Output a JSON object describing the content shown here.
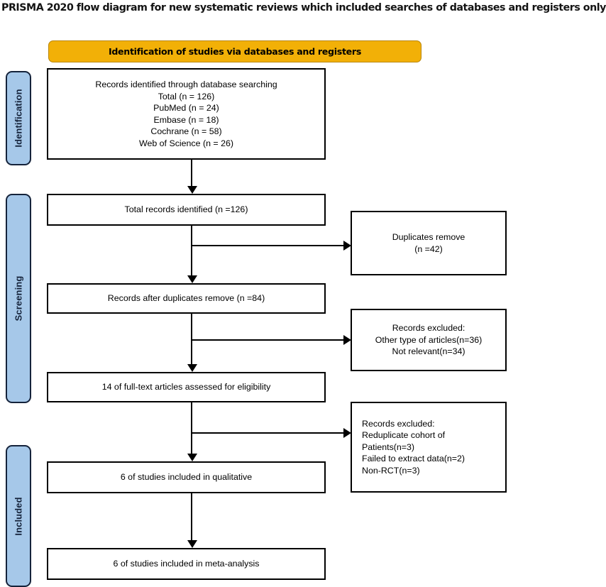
{
  "title": "PRISMA 2020 flow diagram for new systematic reviews which included searches of databases and registers only",
  "banner": {
    "label": "Identification of studies via databases and registers",
    "color": "#F2B007"
  },
  "stages": [
    {
      "key": "identification",
      "label": "Identification",
      "color": "#A6C8E9"
    },
    {
      "key": "screening",
      "label": "Screening",
      "color": "#A6C8E9"
    },
    {
      "key": "included",
      "label": "Included",
      "color": "#A6C8E9"
    }
  ],
  "flow": {
    "identified_databases": {
      "text": "Records identified through database searching\nTotal (n = 126)\nPubMed (n = 24)\nEmbase (n = 18)\nCochrane (n = 58)\nWeb of Science (n = 26)",
      "total": 126,
      "sources": [
        {
          "name": "PubMed",
          "n": 24
        },
        {
          "name": "Embase",
          "n": 18
        },
        {
          "name": "Cochrane",
          "n": 58
        },
        {
          "name": "Web of Science",
          "n": 26
        }
      ]
    },
    "total_records": {
      "text": "Total records identified (n =126)",
      "n": 126
    },
    "duplicates_removed": {
      "text": "Duplicates remove\n(n =42)",
      "n": 42
    },
    "after_duplicates": {
      "text": "Records after duplicates remove (n =84)",
      "n": 84
    },
    "excluded_screening": {
      "text": "Records excluded:\nOther type of articles(n=36)\nNot relevant(n=34)",
      "reasons": [
        {
          "label": "Other type of articles",
          "n": 36
        },
        {
          "label": "Not relevant",
          "n": 34
        }
      ]
    },
    "fulltext_assessed": {
      "text": "14 of full-text articles assessed for eligibility",
      "n": 14
    },
    "excluded_eligibility": {
      "text": "Records excluded:\nReduplicate cohort of\nPatients(n=3)\nFailed to extract data(n=2)\nNon-RCT(n=3)",
      "reasons": [
        {
          "label": "Reduplicate cohort of Patients",
          "n": 3
        },
        {
          "label": "Failed to extract data",
          "n": 2
        },
        {
          "label": "Non-RCT",
          "n": 3
        }
      ]
    },
    "included_qualitative": {
      "text": "6 of studies included in qualitative",
      "n": 6
    },
    "included_meta": {
      "text": "6 of studies included in meta-analysis",
      "n": 6
    }
  }
}
